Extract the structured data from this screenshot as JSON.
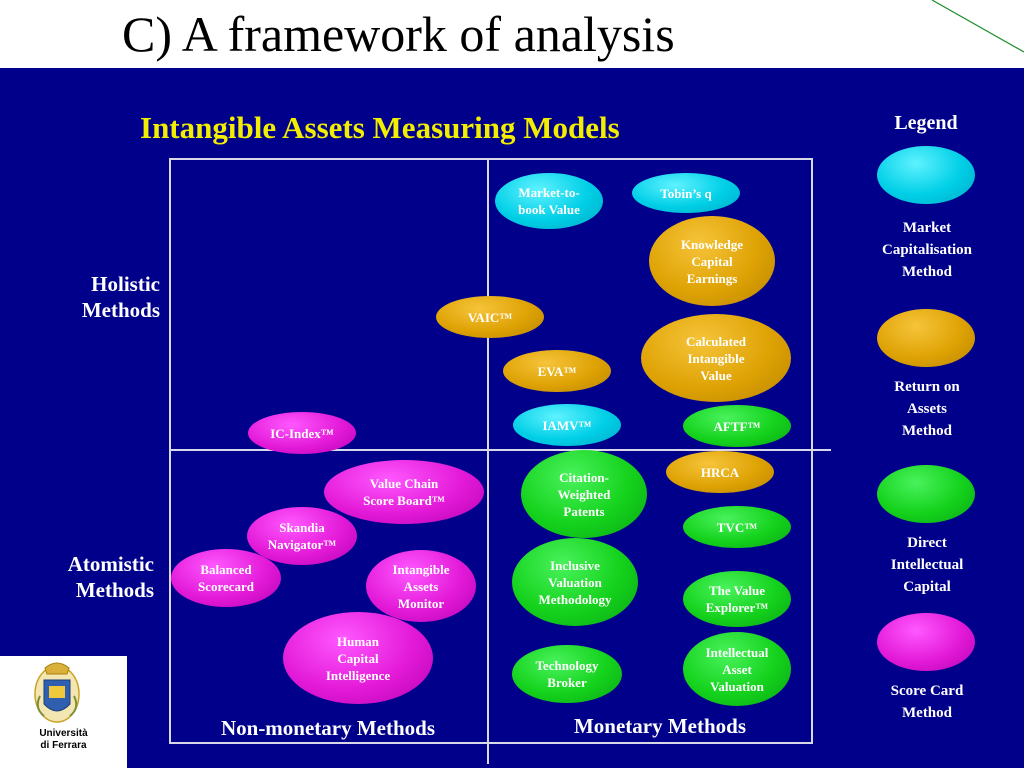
{
  "slide": {
    "title": "C) A framework of analysis"
  },
  "diagram": {
    "title": "Intangible Assets Measuring Models",
    "row_labels": [
      "Holistic\nMethods",
      "Atomistic\nMethods"
    ],
    "column_labels": [
      "Non-monetary Methods",
      "Monetary Methods"
    ],
    "models": [
      {
        "label": "Market-to-\nbook Value",
        "category": "market"
      },
      {
        "label": "Tobin’s q",
        "category": "market"
      },
      {
        "label": "Knowledge\nCapital\nEarnings",
        "category": "roa"
      },
      {
        "label": "VAIC™",
        "category": "roa"
      },
      {
        "label": "Calculated\nIntangible\nValue",
        "category": "roa"
      },
      {
        "label": "EVA™",
        "category": "roa"
      },
      {
        "label": "IAMV™",
        "category": "market"
      },
      {
        "label": "AFTF™",
        "category": "dic"
      },
      {
        "label": "IC-Index™",
        "category": "scorecard"
      },
      {
        "label": "HRCA",
        "category": "roa"
      },
      {
        "label": "Value Chain\nScore Board™",
        "category": "scorecard"
      },
      {
        "label": "Citation-\nWeighted\nPatents",
        "category": "dic"
      },
      {
        "label": "TVC™",
        "category": "dic"
      },
      {
        "label": "Skandia\nNavigator™",
        "category": "scorecard"
      },
      {
        "label": "Balanced\nScorecard",
        "category": "scorecard"
      },
      {
        "label": "Intangible\nAssets\nMonitor",
        "category": "scorecard"
      },
      {
        "label": "Inclusive\nValuation\nMethodology",
        "category": "dic"
      },
      {
        "label": "The Value\nExplorer™",
        "category": "dic"
      },
      {
        "label": "Human\nCapital\nIntelligence",
        "category": "scorecard"
      },
      {
        "label": "Technology\nBroker",
        "category": "dic"
      },
      {
        "label": "Intellectual\nAsset\nValuation",
        "category": "dic"
      }
    ]
  },
  "legend": {
    "title": "Legend",
    "items": [
      {
        "label": "Market\nCapitalisation\nMethod",
        "color": "#00cfe6"
      },
      {
        "label": "Return on\nAssets\nMethod",
        "color": "#dea204"
      },
      {
        "label": "Direct\nIntellectual\nCapital",
        "color": "#14d21c"
      },
      {
        "label": "Score Card\nMethod",
        "color": "#e31ad8"
      }
    ]
  },
  "logo": {
    "caption": "Università\ndi  Ferrara"
  }
}
